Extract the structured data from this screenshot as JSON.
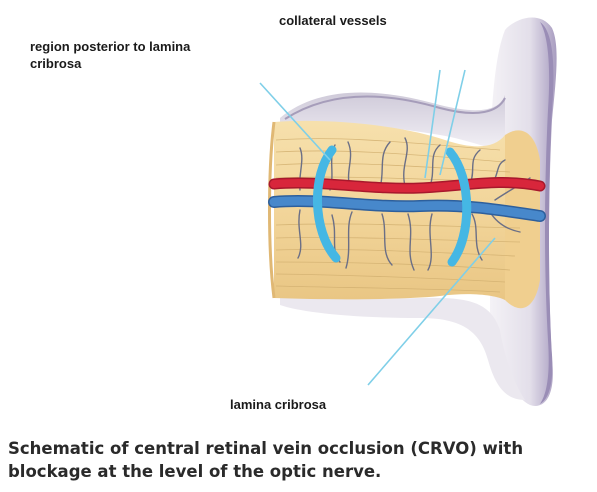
{
  "labels": {
    "collateral": "collateral vessels",
    "posterior_line1": "region posterior to lamina",
    "posterior_line2": "cribrosa",
    "lamina": "lamina cribrosa"
  },
  "caption": {
    "line1": "Schematic of central retinal vein occlusion (CRVO) with",
    "line2": "blockage at the level of the optic nerve."
  },
  "colors": {
    "nerve_fill": "#f3d9a0",
    "nerve_fiber": "#c9a86a",
    "sheath": "#ece9f0",
    "sheath_shadow": "#b7aec6",
    "artery": "#d8263b",
    "vein": "#3f7fc3",
    "collateral": "#6b6f86",
    "marker": "#45b7e4",
    "leader": "#7fcfe8"
  }
}
